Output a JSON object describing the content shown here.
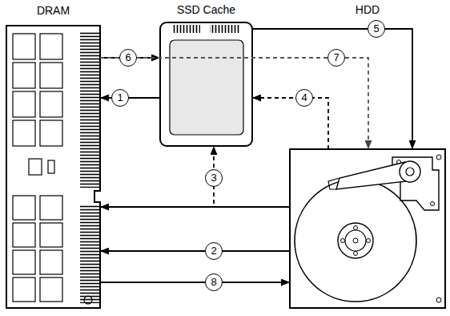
{
  "diagram": {
    "nodes": [
      {
        "text": [
          "DRAM"
        ]
      },
      {
        "text": [
          "SSD Cache"
        ]
      },
      {
        "text": [
          "HDD"
        ]
      }
    ],
    "edges": [
      {
        "from": 1,
        "to": 0,
        "arrow": "to",
        "label": "1"
      },
      {
        "from": 2,
        "to": 0,
        "arrow": "to",
        "label": "2"
      },
      {
        "from": 2,
        "to": 0,
        "arrow": "to"
      },
      {
        "from": 2,
        "to": 1,
        "arrow": "to",
        "label": "3"
      },
      {
        "from": 2,
        "to": 1,
        "arrow": "to",
        "label": "4"
      },
      {
        "from": 1,
        "to": 2,
        "arrow": "to",
        "label": "5"
      },
      {
        "from": 0,
        "to": 1,
        "arrow": "to",
        "label": "6"
      },
      {
        "from": 0,
        "to": 2,
        "arrow": "to",
        "label": "7"
      },
      {
        "from": 0,
        "to": 2,
        "arrow": "to",
        "label": "8"
      }
    ]
  }
}
